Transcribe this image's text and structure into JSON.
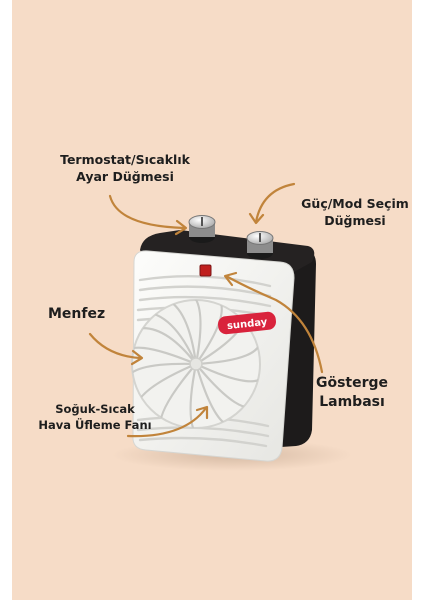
{
  "brand_logo_text": "sunday",
  "labels": {
    "thermostat": {
      "line1": "Termostat/Sıcaklık",
      "line2": "Ayar Düğmesi"
    },
    "power_mode": {
      "line1": "Güç/Mod Seçim",
      "line2": "Düğmesi"
    },
    "vent": "Menfez",
    "indicator": {
      "line1": "Gösterge",
      "line2": "Lambası"
    },
    "fan": {
      "line1": "Soğuk-Sıcak",
      "line2": "Hava Üfleme Fanı"
    }
  },
  "colors": {
    "background": "#f6dcc7",
    "heater_front": "#f7f7f5",
    "heater_back": "#1d1b1b",
    "arrow": "#c1843b",
    "logo_badge": "#d9233c",
    "indicator_light": "#c0201e"
  }
}
